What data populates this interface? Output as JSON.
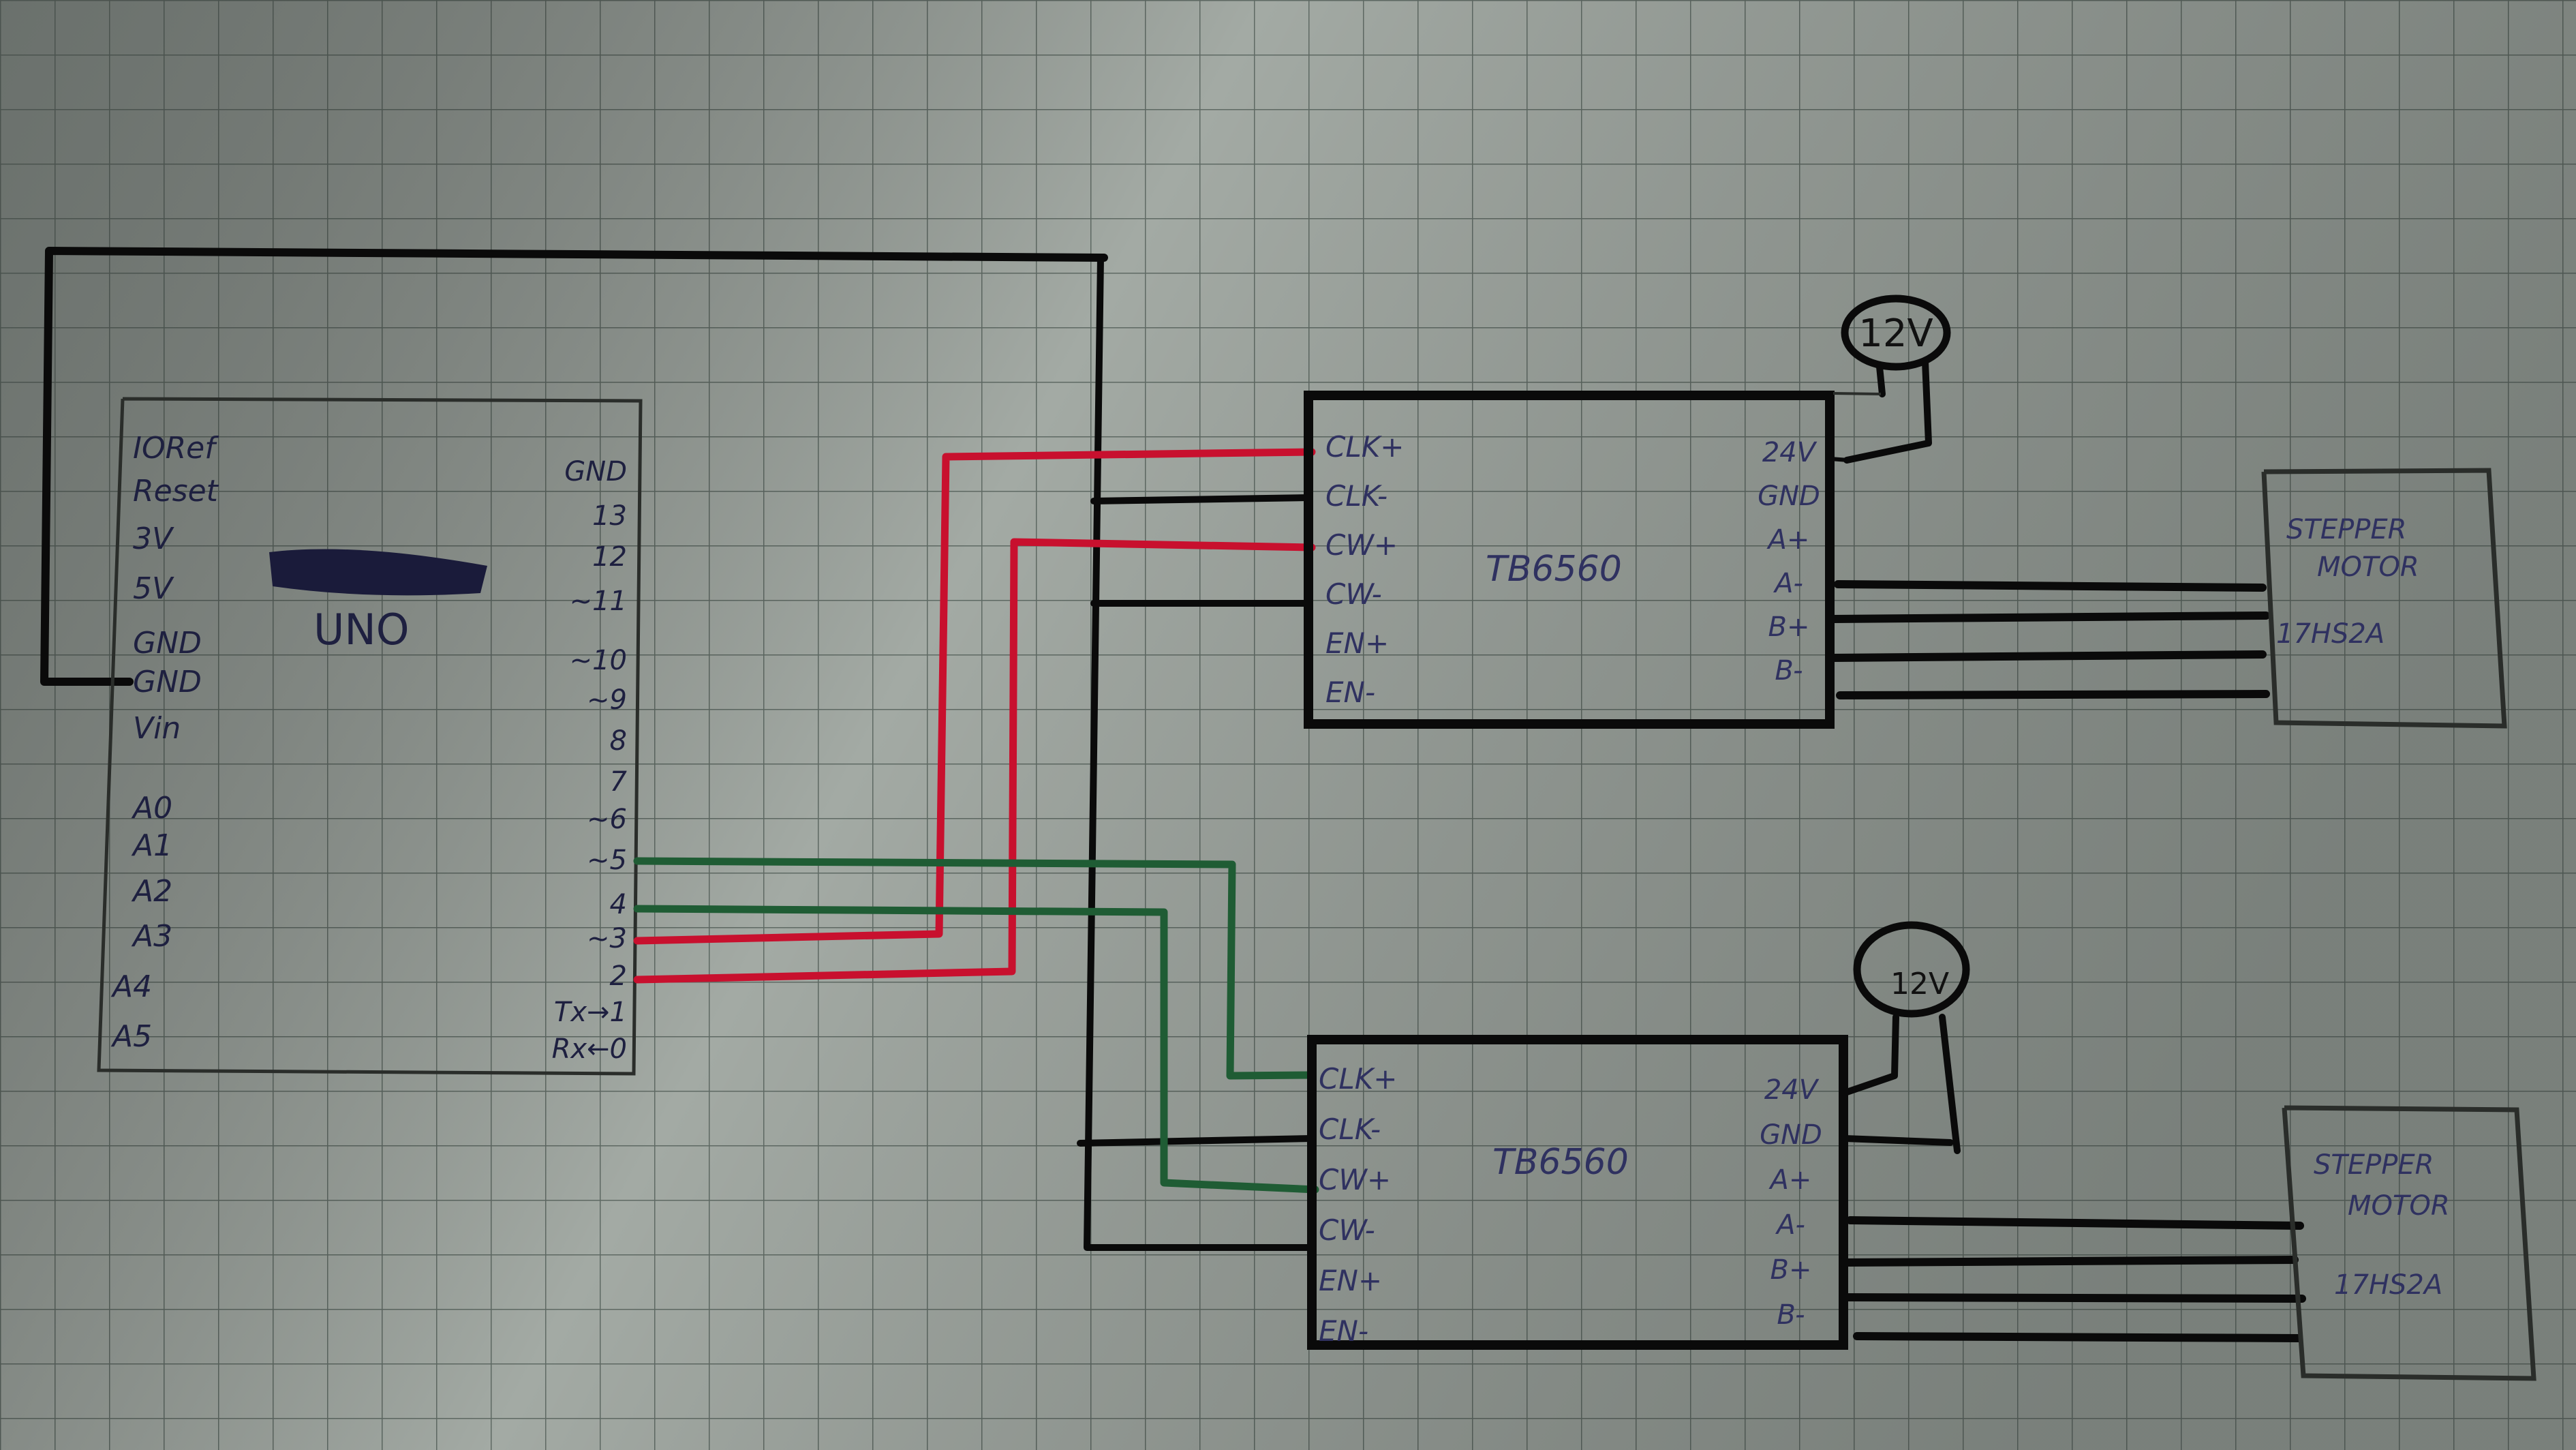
{
  "title": "Arduino UNO + 2x TB6560 stepper driver wiring sketch",
  "colors": {
    "paper": "#9ea59e",
    "grid": "#5f6a64",
    "ink": "#2f3160",
    "wire_black": "#0a0a0a",
    "wire_red": "#c8102e",
    "wire_green": "#1f5c34"
  },
  "arduino": {
    "label": "UNO",
    "redacted_label": "",
    "left_pins": [
      "IORef",
      "Reset",
      "3V",
      "5V",
      "GND",
      "GND",
      "Vin",
      "A0",
      "A1",
      "A2",
      "A3",
      "A4",
      "A5"
    ],
    "right_pins": [
      "GND",
      "13",
      "12",
      "~11",
      "~10",
      "~9",
      "8",
      "7",
      "~6",
      "~5",
      "4",
      "~3",
      "2",
      "Tx→1",
      "Rx←0"
    ]
  },
  "drivers": [
    {
      "name": "TB6560",
      "left_pins": [
        "CLK+",
        "CLK-",
        "CW+",
        "CW-",
        "EN+",
        "EN-"
      ],
      "right_pins": [
        "24V",
        "GND",
        "A+",
        "A-",
        "B+",
        "B-"
      ],
      "supply": "12V"
    },
    {
      "name": "TB6560",
      "left_pins": [
        "CLK+",
        "CLK-",
        "CW+",
        "CW-",
        "EN+",
        "EN-"
      ],
      "right_pins": [
        "24V",
        "GND",
        "A+",
        "A-",
        "B+",
        "B-"
      ],
      "supply": "12V"
    }
  ],
  "motors": [
    {
      "line1": "STEPPER",
      "line2": "MOTOR",
      "model": "17HS2A"
    },
    {
      "line1": "STEPPER",
      "line2": "MOTOR",
      "model": "17HS2A"
    }
  ],
  "connections": [
    {
      "from": "UNO pin 3",
      "to": "Driver 1 CLK+",
      "color": "red"
    },
    {
      "from": "UNO pin 2",
      "to": "Driver 1 CW+",
      "color": "red"
    },
    {
      "from": "UNO pin 5",
      "to": "Driver 2 CLK+",
      "color": "green"
    },
    {
      "from": "UNO pin 4",
      "to": "Driver 2 CW+",
      "color": "green"
    },
    {
      "from": "UNO GND",
      "to": "Driver 1 CLK-, CW- / Driver 2 CLK-, CW-",
      "color": "black"
    },
    {
      "from": "12V supply",
      "to": "Driver 24V / GND",
      "color": "black"
    },
    {
      "from": "Driver A+/A-/B+/B-",
      "to": "Stepper motor",
      "color": "black"
    }
  ]
}
